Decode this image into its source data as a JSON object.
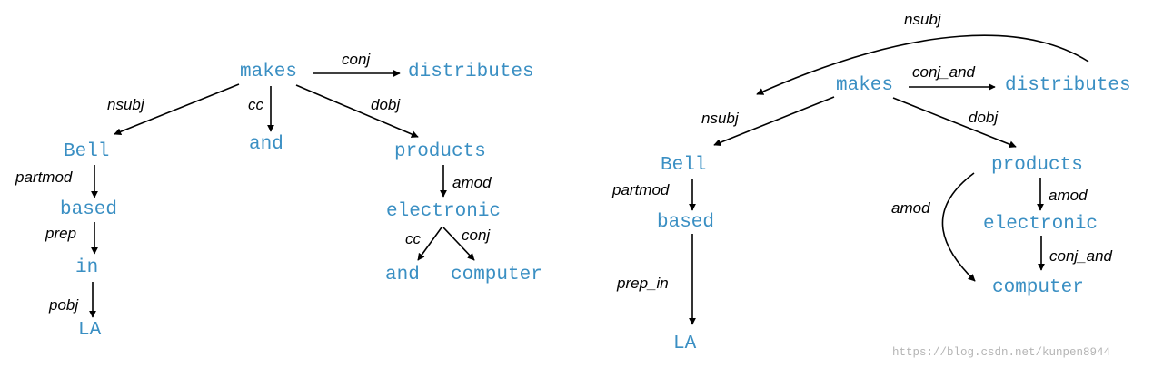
{
  "left_tree": {
    "words": {
      "makes": "makes",
      "distributes": "distributes",
      "bell": "Bell",
      "and_cc": "and",
      "products": "products",
      "based": "based",
      "electronic": "electronic",
      "in": "in",
      "and_leaf": "and",
      "computer": "computer",
      "la": "LA"
    },
    "relations": {
      "conj": "conj",
      "nsubj": "nsubj",
      "cc": "cc",
      "dobj": "dobj",
      "partmod": "partmod",
      "amod": "amod",
      "prep": "prep",
      "cc2": "cc",
      "conj2": "conj",
      "pobj": "pobj"
    }
  },
  "right_tree": {
    "words": {
      "makes": "makes",
      "distributes": "distributes",
      "bell": "Bell",
      "products": "products",
      "based": "based",
      "electronic": "electronic",
      "la": "LA",
      "computer": "computer"
    },
    "relations": {
      "nsubj_top": "nsubj",
      "conj_and": "conj_and",
      "nsubj": "nsubj",
      "dobj": "dobj",
      "partmod": "partmod",
      "amod_down": "amod",
      "amod_curve": "amod",
      "prep_in": "prep_in",
      "conj_and2": "conj_and"
    }
  },
  "watermark": "https://blog.csdn.net/kunpen8944"
}
